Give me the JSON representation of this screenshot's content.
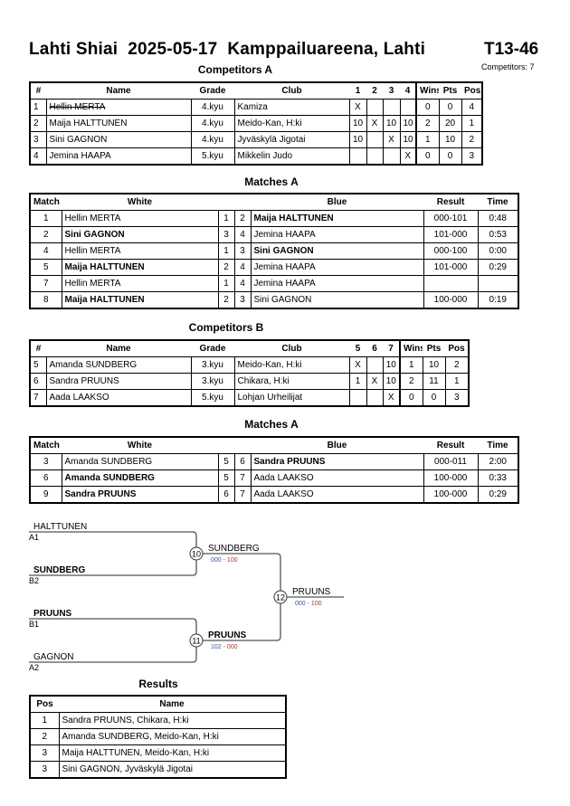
{
  "header": {
    "title": "Lahti Shiai  2025-05-17  Kamppailuareena, Lahti",
    "category": "T13-46",
    "competitors_count": "Competitors: 7"
  },
  "competitors_a": {
    "title": "Competitors A",
    "columns": [
      "#",
      "Name",
      "Grade",
      "Club",
      "1",
      "2",
      "3",
      "4",
      "Wins",
      "Pts",
      "Pos"
    ],
    "rows": [
      {
        "cells": [
          "1",
          "Hellin MERTA",
          "4.kyu",
          "Kamiza",
          "X",
          "",
          "",
          "",
          "0",
          "0",
          "4"
        ],
        "withdrawn": true
      },
      {
        "cells": [
          "2",
          "Maija HALTTUNEN",
          "4.kyu",
          "Meido-Kan, H:ki",
          "10",
          "X",
          "10",
          "10",
          "2",
          "20",
          "1"
        ]
      },
      {
        "cells": [
          "3",
          "Sini GAGNON",
          "4.kyu",
          "Jyväskylä Jigotai",
          "10",
          "",
          "X",
          "10",
          "1",
          "10",
          "2"
        ]
      },
      {
        "cells": [
          "4",
          "Jemina HAAPA",
          "5.kyu",
          "Mikkelin Judo",
          "",
          "",
          "",
          "X",
          "0",
          "0",
          "3"
        ]
      }
    ]
  },
  "matches_a": {
    "title": "Matches A",
    "columns": [
      "Match",
      "White",
      "",
      "",
      "Blue",
      "Result",
      "Time"
    ],
    "rows": [
      {
        "cells": [
          "1",
          "Hellin MERTA",
          "1",
          "2",
          "Maija HALTTUNEN",
          "000-101",
          "0:48"
        ],
        "winner": "blue"
      },
      {
        "cells": [
          "2",
          "Sini GAGNON",
          "3",
          "4",
          "Jemina HAAPA",
          "101-000",
          "0:53"
        ],
        "winner": "white"
      },
      {
        "cells": [
          "4",
          "Hellin MERTA",
          "1",
          "3",
          "Sini GAGNON",
          "000-100",
          "0:00"
        ],
        "winner": "blue"
      },
      {
        "cells": [
          "5",
          "Maija HALTTUNEN",
          "2",
          "4",
          "Jemina HAAPA",
          "101-000",
          "0:29"
        ],
        "winner": "white"
      },
      {
        "cells": [
          "7",
          "Hellin MERTA",
          "1",
          "4",
          "Jemina HAAPA",
          "",
          ""
        ],
        "winner": ""
      },
      {
        "cells": [
          "8",
          "Maija HALTTUNEN",
          "2",
          "3",
          "Sini GAGNON",
          "100-000",
          "0:19"
        ],
        "winner": "white"
      }
    ]
  },
  "competitors_b": {
    "title": "Competitors B",
    "columns": [
      "#",
      "Name",
      "Grade",
      "Club",
      "5",
      "6",
      "7",
      "Wins",
      "Pts",
      "Pos"
    ],
    "rows": [
      {
        "cells": [
          "5",
          "Amanda SUNDBERG",
          "3.kyu",
          "Meido-Kan, H:ki",
          "X",
          "",
          "10",
          "1",
          "10",
          "2"
        ]
      },
      {
        "cells": [
          "6",
          "Sandra PRUUNS",
          "3.kyu",
          "Chikara, H:ki",
          "1",
          "X",
          "10",
          "2",
          "11",
          "1"
        ]
      },
      {
        "cells": [
          "7",
          "Aada LAAKSO",
          "5.kyu",
          "Lohjan Urheilijat",
          "",
          "",
          "X",
          "0",
          "0",
          "3"
        ]
      }
    ]
  },
  "matches_b": {
    "title": "Matches A",
    "columns": [
      "Match",
      "White",
      "",
      "",
      "Blue",
      "Result",
      "Time"
    ],
    "rows": [
      {
        "cells": [
          "3",
          "Amanda SUNDBERG",
          "5",
          "6",
          "Sandra PRUUNS",
          "000-011",
          "2:00"
        ],
        "winner": "blue"
      },
      {
        "cells": [
          "6",
          "Amanda SUNDBERG",
          "5",
          "7",
          "Aada LAAKSO",
          "100-000",
          "0:33"
        ],
        "winner": "white"
      },
      {
        "cells": [
          "9",
          "Sandra PRUUNS",
          "6",
          "7",
          "Aada LAAKSO",
          "100-000",
          "0:29"
        ],
        "winner": "white"
      }
    ]
  },
  "bracket": {
    "entries": [
      {
        "name": "HALTTUNEN",
        "seed": "A1",
        "bold": false
      },
      {
        "name": "SUNDBERG",
        "seed": "B2",
        "bold": true
      },
      {
        "name": "PRUUNS",
        "seed": "B1",
        "bold": true
      },
      {
        "name": "GAGNON",
        "seed": "A2",
        "bold": false
      }
    ],
    "matches": [
      {
        "num": "10",
        "winner": "SUNDBERG",
        "bold": false,
        "score_white": "000",
        "score_blue": "100"
      },
      {
        "num": "11",
        "winner": "PRUUNS",
        "bold": true,
        "score_white": "102",
        "score_blue": "000"
      },
      {
        "num": "12",
        "winner": "PRUUNS",
        "bold": false,
        "score_white": "000",
        "score_blue": "100"
      }
    ],
    "score_separator": " - ",
    "colors": {
      "white_score": "#3355aa",
      "blue_score": "#aa3322",
      "line": "#555555"
    }
  },
  "results": {
    "title": "Results",
    "columns": [
      "Pos",
      "Name"
    ],
    "rows": [
      {
        "cells": [
          "1",
          "Sandra PRUUNS, Chikara, H:ki"
        ]
      },
      {
        "cells": [
          "2",
          "Amanda SUNDBERG, Meido-Kan, H:ki"
        ]
      },
      {
        "cells": [
          "3",
          "Maija HALTTUNEN, Meido-Kan, H:ki"
        ]
      },
      {
        "cells": [
          "3",
          "Sini GAGNON, Jyväskylä Jigotai"
        ]
      }
    ]
  }
}
